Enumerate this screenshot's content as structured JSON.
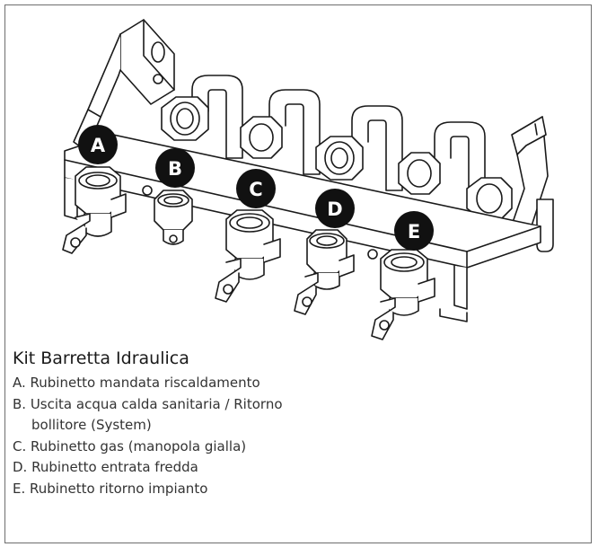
{
  "diagram": {
    "markers": [
      {
        "letter": "A"
      },
      {
        "letter": "B"
      },
      {
        "letter": "C"
      },
      {
        "letter": "D"
      },
      {
        "letter": "E"
      }
    ]
  },
  "caption": {
    "title": "Kit Barretta Idraulica",
    "items": [
      {
        "text": "A. Rubinetto mandata riscaldamento"
      },
      {
        "text": "B. Uscita acqua calda sanitaria / Ritorno",
        "continuation": "bollitore (System)"
      },
      {
        "text": "C. Rubinetto gas (manopola gialla)"
      },
      {
        "text": "D. Rubinetto entrata fredda"
      },
      {
        "text": "E. Rubinetto ritorno impianto"
      }
    ]
  },
  "colors": {
    "line": "#1a1a1a",
    "badge": "#111111",
    "frame": "#6e6e6e",
    "fill": "#ffffff"
  }
}
